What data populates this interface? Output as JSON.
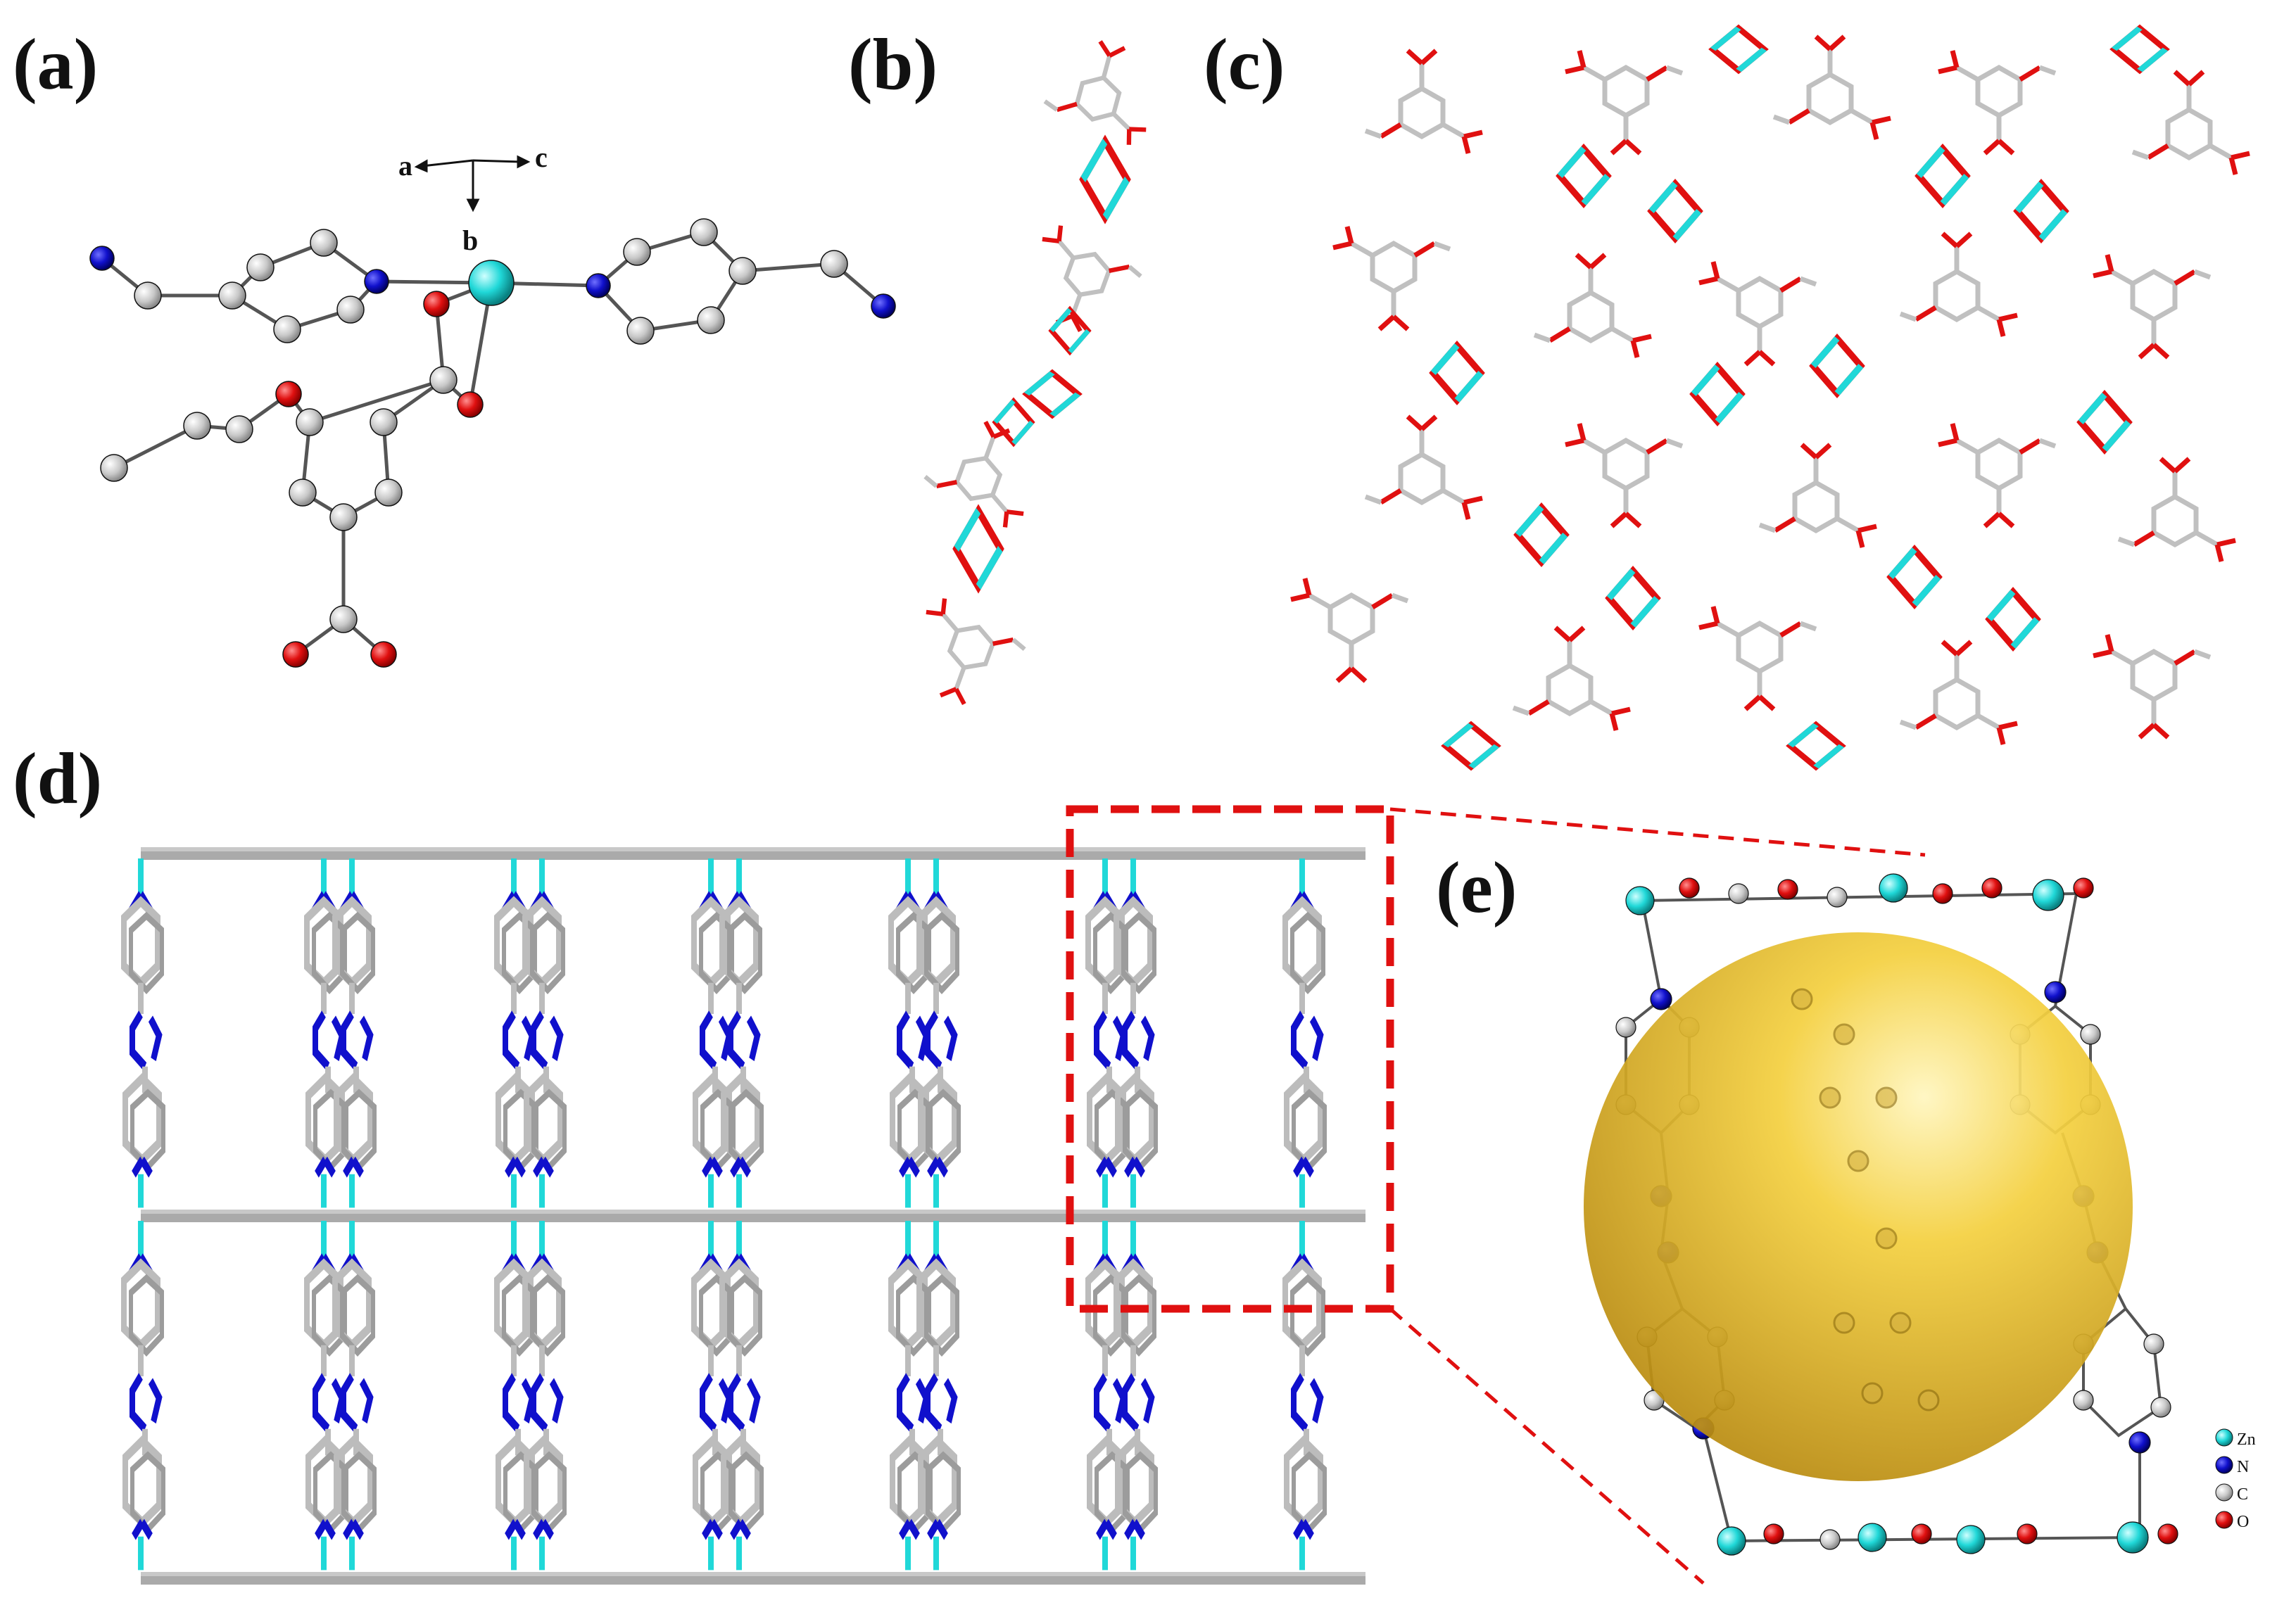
{
  "panels": {
    "a": "(a)",
    "b": "(b)",
    "c": "(c)",
    "d": "(d)",
    "e": "(e)"
  },
  "axes": {
    "a": "a",
    "b": "b",
    "c": "c"
  },
  "legend": [
    {
      "label": "Zn",
      "color": "#20d8d8"
    },
    {
      "label": "N",
      "color": "#1010cc"
    },
    {
      "label": "C",
      "color": "#c8c8c8"
    },
    {
      "label": "O",
      "color": "#e01010"
    }
  ],
  "colors": {
    "zn": "#20d8d8",
    "n": "#1010cc",
    "c": "#c0c0c0",
    "o": "#e01010",
    "pore": "#f0c020",
    "highlight": "#e01010"
  }
}
